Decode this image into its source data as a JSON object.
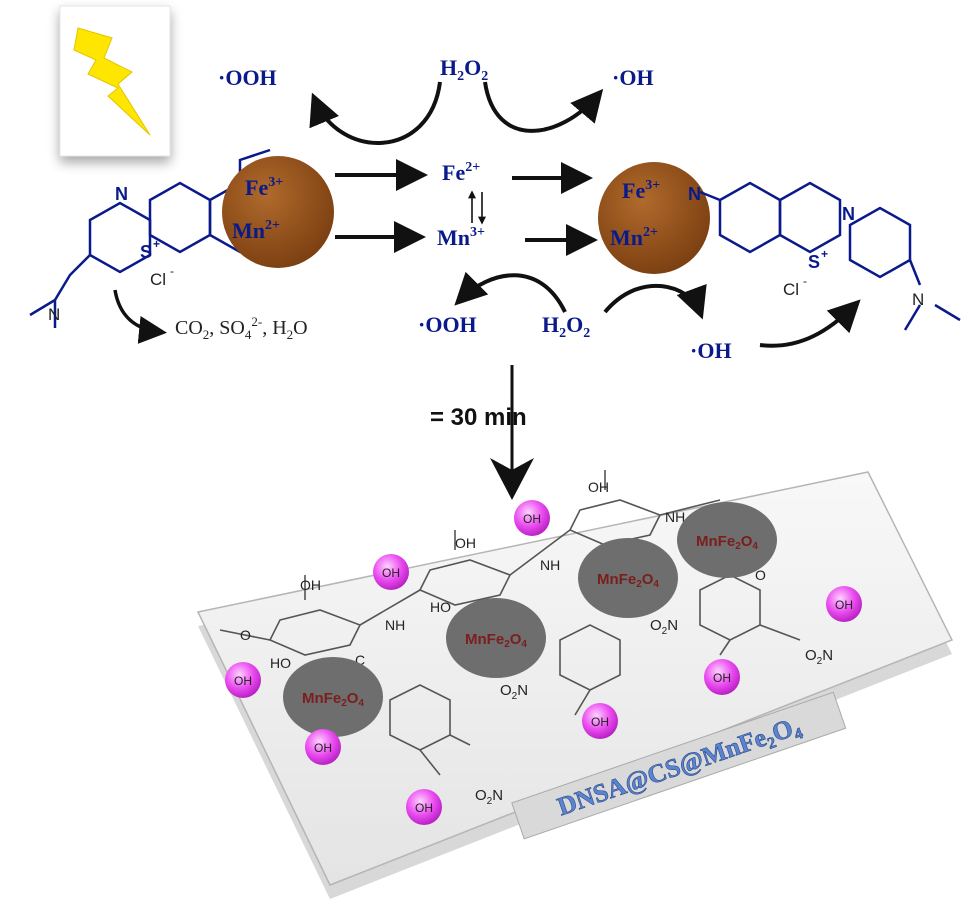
{
  "colors": {
    "particle": "#8b4a16",
    "text_blue": "#0a1a8a",
    "nanoparticle": "#6e6e6e",
    "hydroxyl_sphere": "#e040e6",
    "lightning": "#ffe600"
  },
  "icons": [
    "lightning-bolt-icon"
  ],
  "reaction": {
    "left_particle_ions": [
      "Fe",
      "3+",
      "Mn",
      "2+"
    ],
    "right_particle_ions": [
      "Fe",
      "3+",
      "Mn",
      "2+"
    ],
    "center_ions": [
      "Fe",
      "2+",
      "Mn",
      "3+"
    ],
    "h2o2_top": [
      "H",
      "2",
      "O",
      "2"
    ],
    "h2o2_bottom": [
      "H",
      "2",
      "O",
      "2"
    ],
    "radical_ooh": "·OOH",
    "radical_oh": "·OH",
    "products": [
      "CO",
      "2",
      ", SO",
      "4",
      "2-",
      ", H",
      "2",
      "O"
    ],
    "dye_atoms": [
      "N",
      "S",
      "+",
      "Cl",
      "-"
    ]
  },
  "time_label": "= 30 min",
  "support": {
    "nanoparticle_label": [
      "MnFe",
      "2",
      "O",
      "4"
    ],
    "hydroxyl_label": "OH",
    "plate_label": "DNSA@CS@MnFe",
    "plate_sub": [
      "2",
      "4"
    ],
    "structure_labels": [
      "OH",
      "O",
      "NH",
      "HO",
      "C",
      "O",
      "O",
      "N",
      "2"
    ]
  }
}
